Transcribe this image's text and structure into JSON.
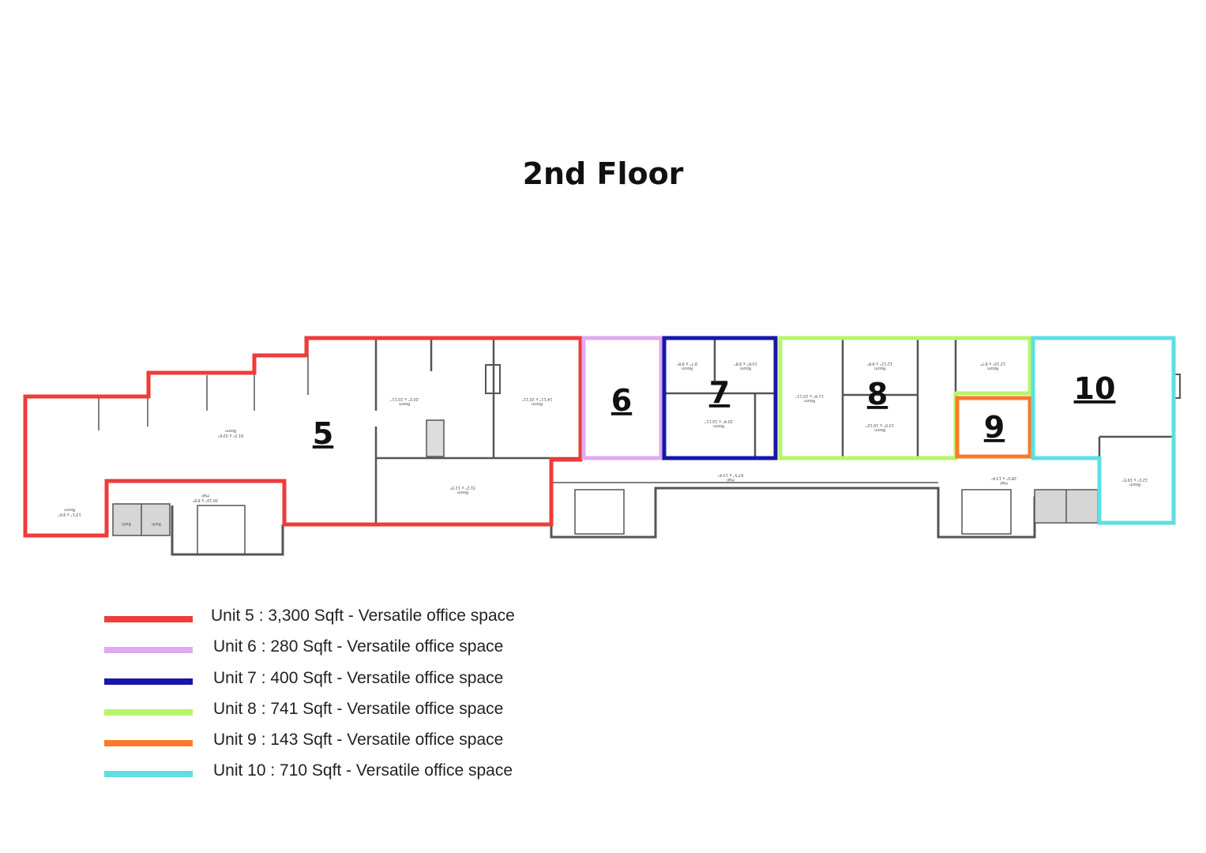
{
  "title": "2nd Floor",
  "units": [
    {
      "id": "unit-5",
      "number": "5",
      "color": "#ef3b3b",
      "legend": "Unit 5 : 3,300 Sqft - Versatile office space"
    },
    {
      "id": "unit-6",
      "number": "6",
      "color": "#dfaaee",
      "legend": "Unit 6 : 280 Sqft - Versatile office space"
    },
    {
      "id": "unit-7",
      "number": "7",
      "color": "#1717a8",
      "legend": "Unit 7 : 400 Sqft - Versatile office space"
    },
    {
      "id": "unit-8",
      "number": "8",
      "color": "#b8f56a",
      "legend": "Unit 8 : 741 Sqft - Versatile office space"
    },
    {
      "id": "unit-9",
      "number": "9",
      "color": "#fa7a2a",
      "legend": "Unit 9 : 143 Sqft - Versatile office space"
    },
    {
      "id": "unit-10",
      "number": "10",
      "color": "#5ddfe3",
      "legend": "Unit 10 : 710 Sqft - Versatile office space"
    }
  ],
  "room_labels": {
    "big_room_name": "Room",
    "big_room_dim": "61'3\" x 32'6\"",
    "sw_room_name": "Room",
    "sw_room_dim": "13'1\" x 9'6\"",
    "hall_w_name": "Hall",
    "hall_w_dim": "30'10\" x 8'8\"",
    "bath_a": "Bath",
    "bath_b": "Bath",
    "room_a_name": "Room",
    "room_a_dim": "20'2\" x 20'11\"",
    "room_b_name": "Room",
    "room_b_dim": "14'11\" x 20'11\"",
    "room_c_name": "Room",
    "room_c_dim": "31'2\" x 11'3\"",
    "hall_c_name": "Hall",
    "hall_c_dim": "67'5\" x 13'4\"",
    "hall_e_name": "Hall",
    "hall_e_dim": "28'0\" x 13'4\"",
    "room_10_name": "Room",
    "room_10_dim": "12'2\" x 16'5\"",
    "room_8a_name": "Room",
    "room_8a_dim": "11'4\" x 20'11\"",
    "room_8b_name": "Room",
    "room_8b_dim": "12'11\" x 9'8\"",
    "room_8c_name": "Room",
    "room_8c_dim": "13'0\" x 10'10\"",
    "room_8d_name": "Room",
    "room_8d_dim": "12'10\" x 9'7\"",
    "room_7a_name": "Room",
    "room_7a_dim": "9'7\" x 9'8\"",
    "room_7b_name": "Room",
    "room_7b_dim": "10'6\" x 9'8\"",
    "room_7c_name": "Room",
    "room_7c_dim": "20'4\" x 10'11\""
  }
}
